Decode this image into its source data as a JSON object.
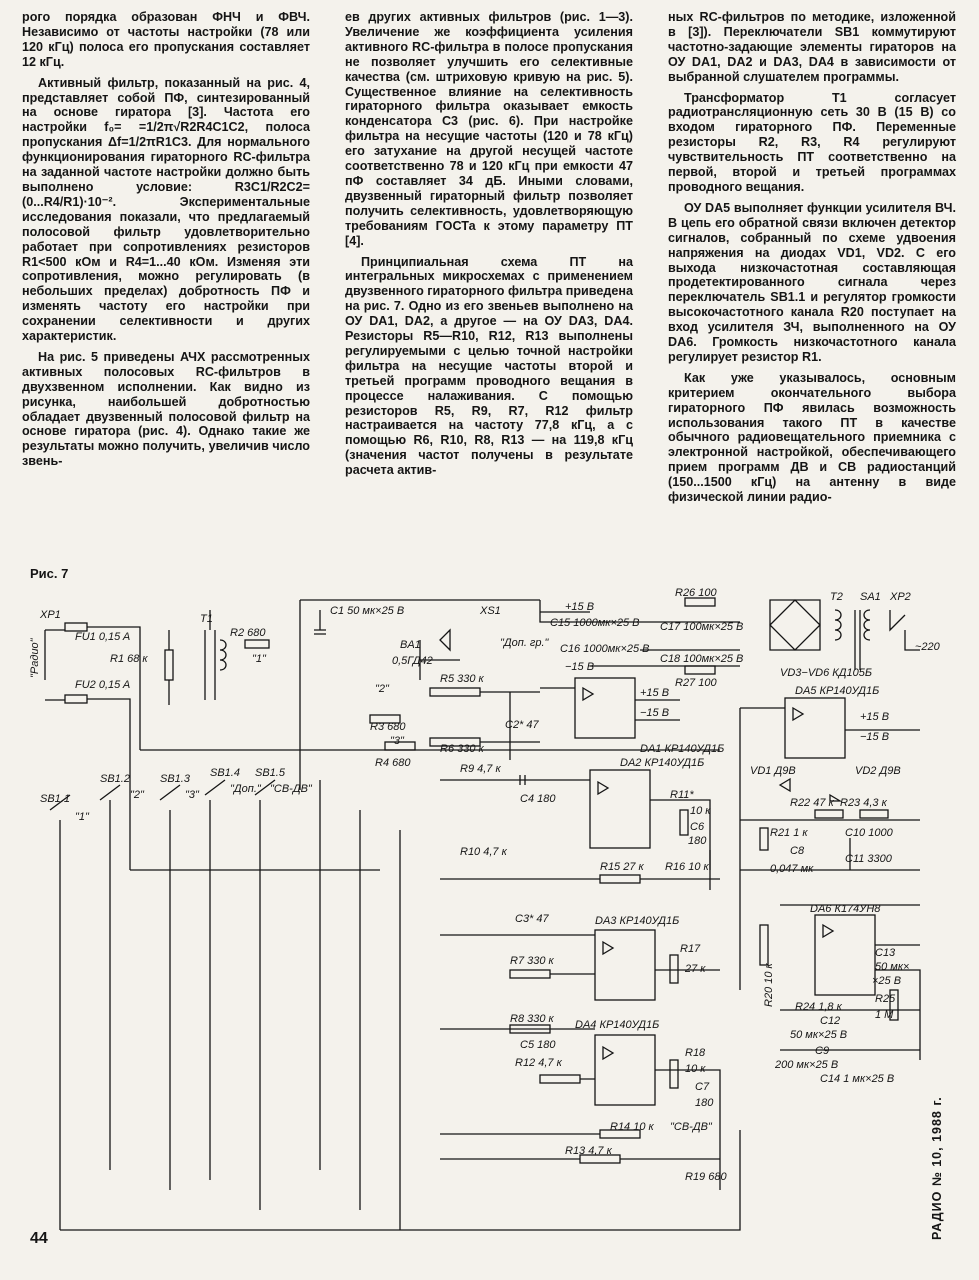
{
  "article": {
    "col1": [
      "рого порядка образован ФНЧ и ФВЧ. Независимо от частоты настройки (78 или 120 кГц) полоса его пропускания составляет 12 кГц.",
      "Активный фильтр, показанный на рис. 4, представляет собой ПФ, синтезированный на основе гиратора [3]. Частота его настройки f₀= =1/2π√R2R4C1C2, полоса пропускания Δf=1/2πR1C3. Для нормального функционирования гираторного RC-фильтра на заданной частоте настройки должно быть выполнено условие: R3C1/R2C2=(0...R4/R1)·10⁻². Экспериментальные исследования показали, что предлагаемый полосовой фильтр удовлетворительно работает при сопротивлениях резисторов R1<500 кОм и R4=1...40 кОм. Изменяя эти сопротивления, можно регулировать (в небольших пределах) добротность ПФ и изменять частоту его настройки при сохранении селективности и других характеристик.",
      "На рис. 5 приведены АЧХ рассмотренных активных полосовых RC-фильтров в двухзвенном исполнении. Как видно из рисунка, наибольшей добротностью обладает двузвенный полосовой фильтр на основе гиратора (рис. 4). Однако такие же результаты можно получить, увеличив число звень-"
    ],
    "col2": [
      "ев других активных фильтров (рис. 1—3). Увеличение же коэффициента усиления активного RC-фильтра в полосе пропускания не позволяет улучшить его селективные качества (см. штриховую кривую на рис. 5). Существенное влияние на селективность гираторного фильтра оказывает емкость конденсатора С3 (рис. 6). При настройке фильтра на несущие частоты (120 и 78 кГц) его затухание на другой несущей частоте соответственно 78 и 120 кГц при емкости 47 пФ составляет 34 дБ. Иными словами, двузвенный гираторный фильтр позволяет получить селективность, удовлетворяющую требованиям ГОСТа к этому параметру ПТ [4].",
      "Принципиальная схема ПТ на интегральных микросхемах с применением двузвенного гираторного фильтра приведена на рис. 7. Одно из его звеньев выполнено на ОУ DA1, DA2, а другое — на ОУ DA3, DA4. Резисторы R5—R10, R12, R13 выполнены регулируемыми с целью точной настройки фильтра на несущие частоты второй и третьей программ проводного вещания в процессе налаживания. С помощью резисторов R5, R9, R7, R12 фильтр настраивается на частоту 77,8 кГц, а с помощью R6, R10, R8, R13 — на 119,8 кГц (значения частот получены в результате расчета актив-"
    ],
    "col3": [
      "ных RC-фильтров по методике, изложенной в [3]). Переключатели SB1 коммутируют частотно-задающие элементы гираторов на ОУ DA1, DA2 и DA3, DA4 в зависимости от выбранной слушателем программы.",
      "Трансформатор Т1 согласует радиотрансляционную сеть 30 В (15 В) со входом гираторного ПФ. Переменные резисторы R2, R3, R4 регулируют чувствительность ПТ соответственно на первой, второй и третьей программах проводного вещания.",
      "ОУ DA5 выполняет функции усилителя ВЧ. В цепь его обратной связи включен детектор сигналов, собранный по схеме удвоения напряжения на диодах VD1, VD2. С его выхода низкочастотная составляющая продетектированного сигнала через переключатель SB1.1 и регулятор громкости высокочастотного канала R20 поступает на вход усилителя ЗЧ, выполненного на ОУ DA6. Громкость низкочастотного канала регулирует резистор R1.",
      "Как уже указывалось, основным критерием окончательного выбора гираторного ПФ явилась возможность использования такого ПТ в качестве обычного радиовещательного приемника с электронной настройкой, обеспечивающего прием программ ДВ и СВ радиостанций (150...1500 кГц) на антенну в виде физической линии радио-"
    ]
  },
  "figure": {
    "caption": "Рис. 7",
    "labels": {
      "xp1": "XP1",
      "radio": "\"Радио\"",
      "fu1": "FU1  0,15 A",
      "fu2": "FU2  0,15 A",
      "r1": "R1  68 к",
      "t1": "T1",
      "r2": "R2  680",
      "r2b": "\"1\"",
      "c1": "C1  50 мк×25 В",
      "ba1": "BA1",
      "ba1b": "0,5ГД42",
      "xs1": "XS1",
      "dop": "\"Доп. гр.\"",
      "r5": "R5  330 к",
      "r3": "R3  680",
      "r3b": "\"2\"",
      "r4": "R4  680",
      "r4b": "\"3\"",
      "r6": "R6  330 к",
      "c2": "C2* 47",
      "p15": "+15 В",
      "m15": "−15 В",
      "c15": "C15  1000мк×25 В",
      "c16": "C16  1000мк×25 В",
      "r26": "R26  100",
      "r27": "R27  100",
      "c17": "C17 100мк×25 В",
      "c18": "C18 100мк×25 В",
      "t2": "T2",
      "sa1": "SA1",
      "xp2": "XP2",
      "v220": "~220 В",
      "vd": "VD3−VD6  КД105Б",
      "da1": "DA1 КР140УД1Б",
      "da2": "DA2 КР140УД1Б",
      "da3": "DA3 КР140УД1Б",
      "da4": "DA4 КР140УД1Б",
      "da5": "DA5 КР140УД1Б",
      "da6": "DA6  К174УН8",
      "sb11": "SB1.1",
      "sb12": "SB1.2",
      "sb13": "SB1.3",
      "sb14": "SB1.4",
      "sb15": "SB1.5",
      "q1": "\"1\"",
      "q2": "\"2\"",
      "q3": "\"3\"",
      "qd": "\"Доп.\"",
      "qsv": "\"СВ-ДВ\"",
      "r9": "R9  4,7 к",
      "c4": "C4  180",
      "r10": "R10  4,7 к",
      "r11": "R11*",
      "r11b": "10 к",
      "c6": "C6",
      "c6b": "180",
      "r15": "R15  27 к",
      "r16": "R16  10 к",
      "vd1": "VD1  Д9В",
      "vd2": "VD2  Д9В",
      "r22": "R22  47 к",
      "r23": "R23  4,3 к",
      "r21": "R21  1 к",
      "c10": "C10  1000",
      "c8": "C8",
      "c8b": "0,047 мк",
      "c11": "C11  3300",
      "c3": "C3* 47",
      "r7": "R7  330 к",
      "r8": "R8  330 к",
      "r17": "R17",
      "r17b": "27 к",
      "c5": "C5  180",
      "r12": "R12  4,7 к",
      "r18": "R18",
      "r18b": "10 к",
      "c7": "C7",
      "c7b": "180",
      "r14": "R14  10 к",
      "r13": "R13  4,7 к",
      "svdv": "\"СВ-ДВ\"",
      "r19": "R19  680",
      "r20": "R20  10 к",
      "c13": "C13",
      "c13b": "50 мк×",
      "c13c": "×25 В",
      "r24": "R24  1,8 к",
      "r25": "R25",
      "r25b": "1 М",
      "c12": "C12",
      "c12b": "50 мк×25 В",
      "c9": "C9",
      "c9b": "200 мк×25 В",
      "c14": "C14  1 мк×25 В"
    }
  },
  "footer": {
    "page_number": "44",
    "side_label": "РАДИО  №  10,  1988  г."
  }
}
